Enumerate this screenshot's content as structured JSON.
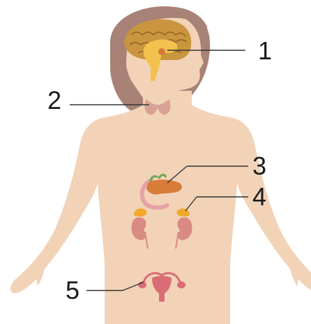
{
  "labels": [
    "1",
    "2",
    "3",
    "4",
    "5"
  ],
  "colors": {
    "skin": "#f2d3b8",
    "hair": "#a88276",
    "brain": "#c9953e",
    "brain_inner": "#f2c14e",
    "thyroid": "#d8a196",
    "pancreas": "#d87c3a",
    "duodenum": "#e7a2a6",
    "adrenal": "#f0a92c",
    "kidney": "#d98a82",
    "uterus": "#d96c74",
    "leader_line": "#333333"
  },
  "icons": [
    "brain-icon",
    "thyroid-icon",
    "pancreas-icon",
    "adrenal-kidney-icon",
    "ovaries-uterus-icon"
  ]
}
